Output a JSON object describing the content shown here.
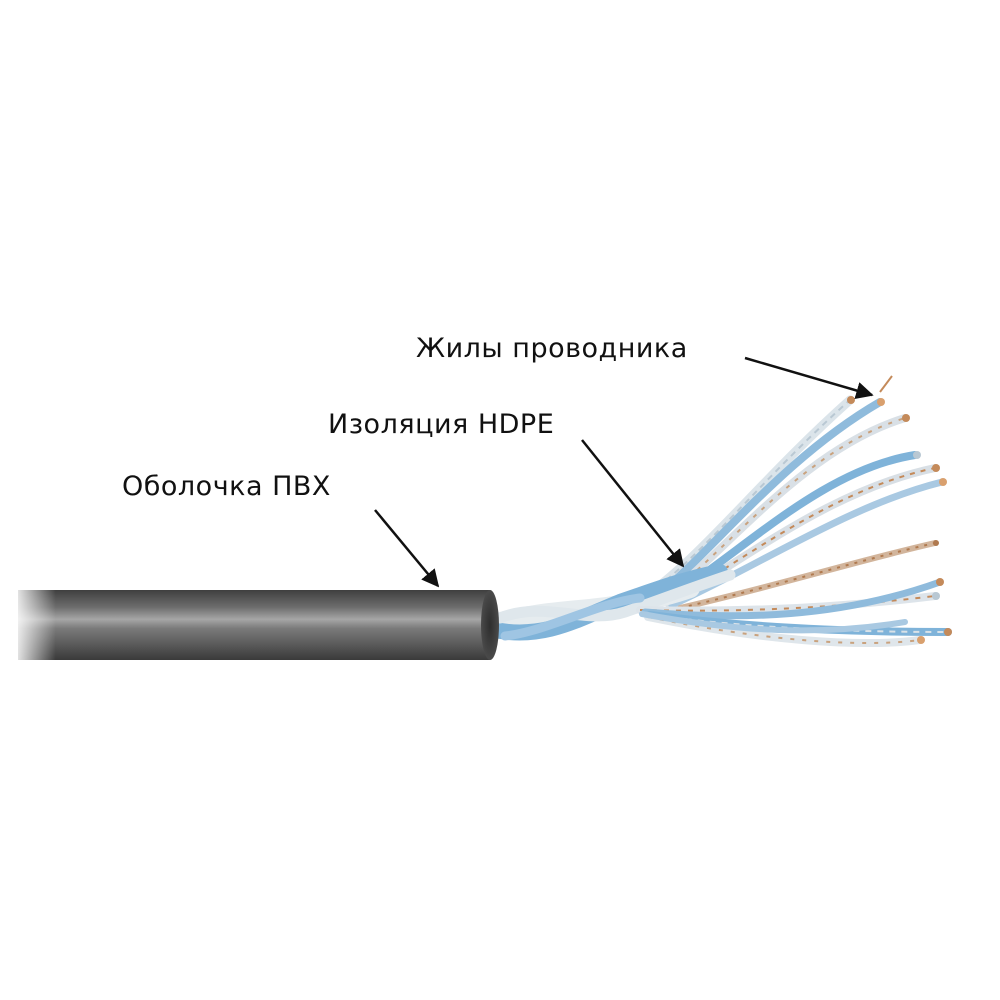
{
  "labels": {
    "sheath": "Оболочка ПВХ",
    "insulation": "Изоляция HDPE",
    "conductors": "Жилы проводника"
  },
  "colors": {
    "background": "#ffffff",
    "jacket": "#555555",
    "jacket_highlight": "#9a9a9a",
    "insulation_blue": "#7fb3d9",
    "insulation_white": "#e6ecef",
    "copper": "#c48a5a",
    "arrow": "#111111",
    "text": "#111111"
  },
  "icons": {
    "arrows": "arrow-pointer"
  }
}
